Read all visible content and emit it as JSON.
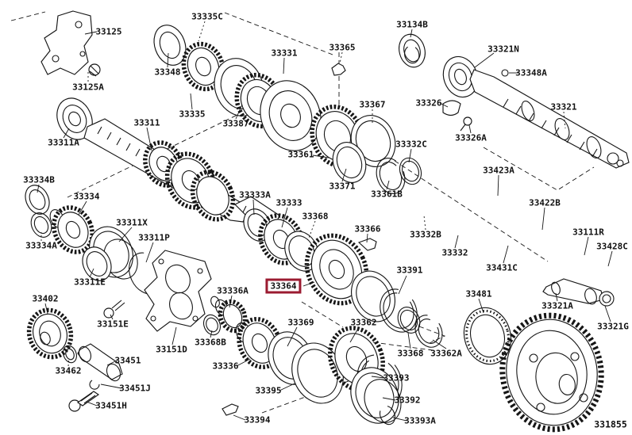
{
  "figure": {
    "code": "331855",
    "highlighted_part": "33364",
    "highlight_color": "#9b1b31",
    "line_color": "#161616",
    "background": "#ffffff",
    "description": "Exploded transaxle gear parts diagram"
  },
  "parts": [
    {
      "number": "33125"
    },
    {
      "number": "33125A"
    },
    {
      "number": "33335C"
    },
    {
      "number": "33348"
    },
    {
      "number": "33331"
    },
    {
      "number": "33365"
    },
    {
      "number": "33134B"
    },
    {
      "number": "33321N"
    },
    {
      "number": "33348A"
    },
    {
      "number": "33321"
    },
    {
      "number": "33326"
    },
    {
      "number": "33326A"
    },
    {
      "number": "33335"
    },
    {
      "number": "33387"
    },
    {
      "number": "33367"
    },
    {
      "number": "33311"
    },
    {
      "number": "33311A"
    },
    {
      "number": "33361"
    },
    {
      "number": "33332C"
    },
    {
      "number": "33371"
    },
    {
      "number": "33361B"
    },
    {
      "number": "33334B"
    },
    {
      "number": "33334"
    },
    {
      "number": "33423A"
    },
    {
      "number": "33311X"
    },
    {
      "number": "33311P"
    },
    {
      "number": "33334A"
    },
    {
      "number": "33333A"
    },
    {
      "number": "33333"
    },
    {
      "number": "33368"
    },
    {
      "number": "33366"
    },
    {
      "number": "33422B"
    },
    {
      "number": "33332B"
    },
    {
      "number": "33332"
    },
    {
      "number": "33111R"
    },
    {
      "number": "33428C"
    },
    {
      "number": "33431C"
    },
    {
      "number": "33311E"
    },
    {
      "number": "33364"
    },
    {
      "number": "33391"
    },
    {
      "number": "33402"
    },
    {
      "number": "33151E"
    },
    {
      "number": "33151D"
    },
    {
      "number": "33336A"
    },
    {
      "number": "33369"
    },
    {
      "number": "33362"
    },
    {
      "number": "33481"
    },
    {
      "number": "33321A"
    },
    {
      "number": "33321G"
    },
    {
      "number": "33462"
    },
    {
      "number": "33451"
    },
    {
      "number": "33451J"
    },
    {
      "number": "33451H"
    },
    {
      "number": "33368B"
    },
    {
      "number": "33336"
    },
    {
      "number": "33395"
    },
    {
      "number": "33393"
    },
    {
      "number": "33392"
    },
    {
      "number": "33394"
    },
    {
      "number": "33393A"
    },
    {
      "number": "33368"
    },
    {
      "number": "33362A"
    }
  ]
}
